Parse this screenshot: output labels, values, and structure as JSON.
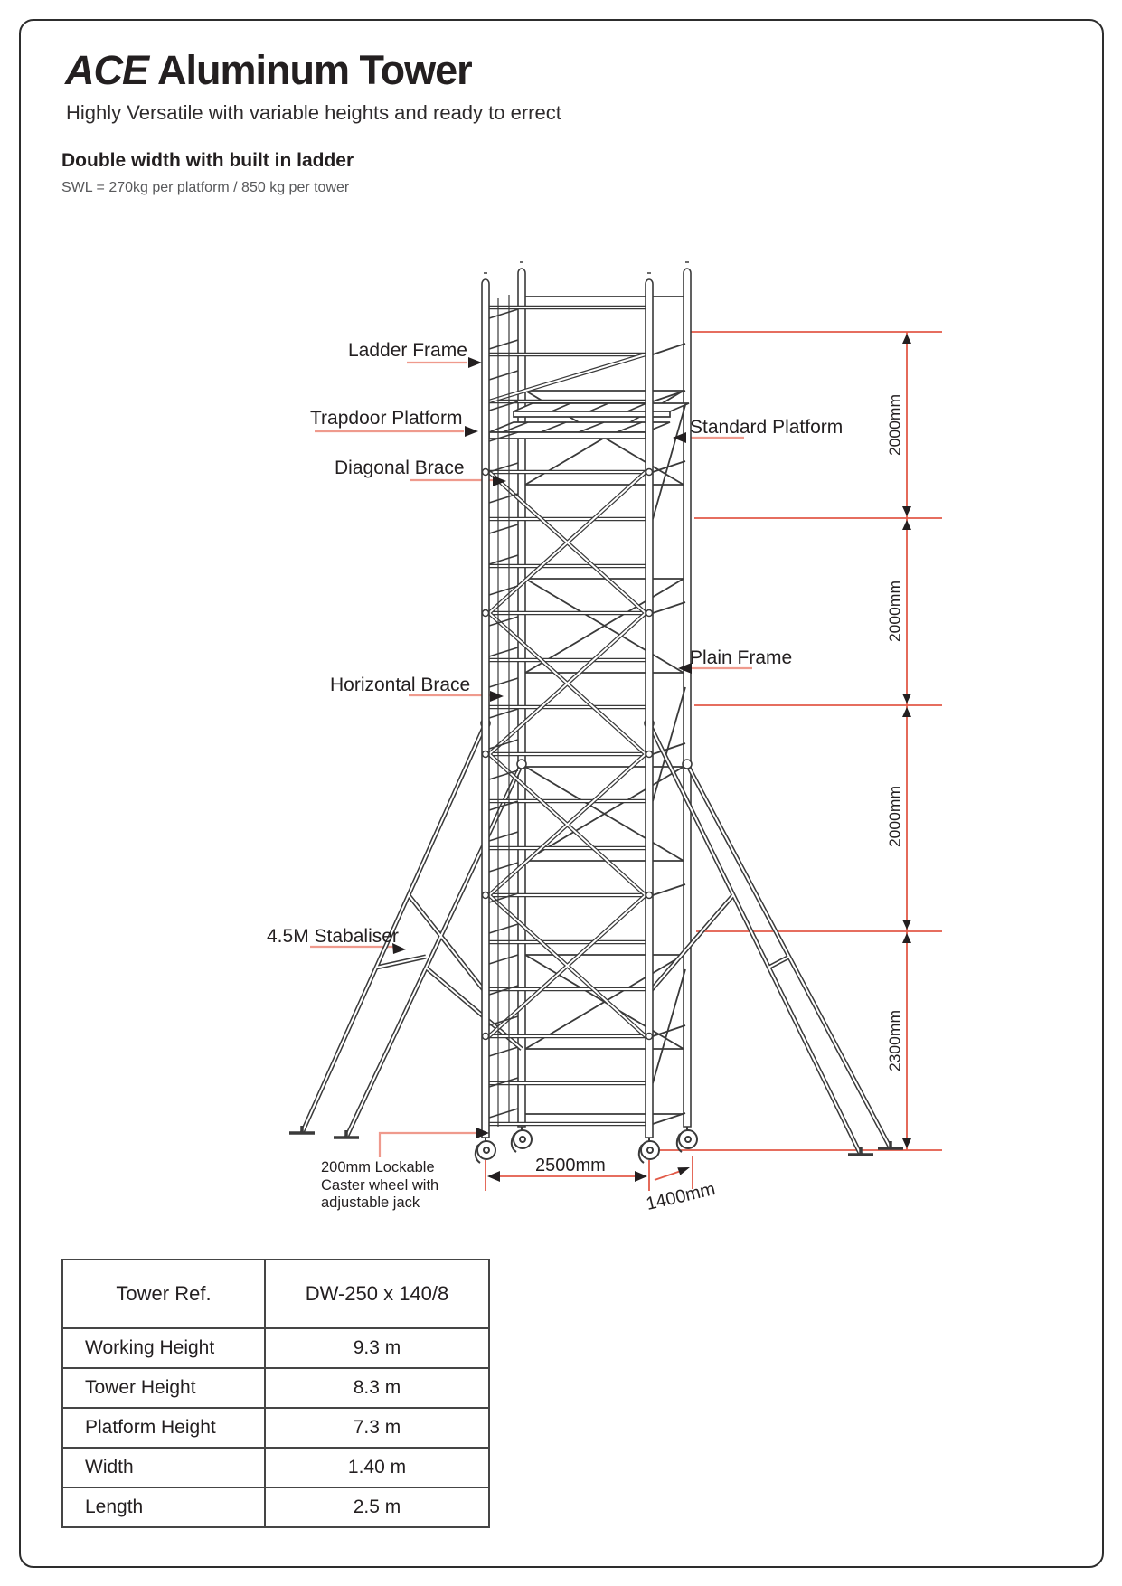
{
  "header": {
    "title_em": "ACE",
    "title_rest": "Aluminum Tower",
    "subtitle": "Highly Versatile with variable heights and ready to errect",
    "variant_heading": "Double width with built in ladder",
    "swl_note": "SWL = 270kg per platform / 850 kg per tower"
  },
  "diagram": {
    "labels": {
      "ladder_frame": "Ladder Frame",
      "trapdoor_platform": "Trapdoor Platform",
      "diagonal_brace": "Diagonal Brace",
      "standard_platform": "Standard Platform",
      "plain_frame": "Plain Frame",
      "horizontal_brace": "Horizontal Brace",
      "stabiliser": "4.5M Stabaliser",
      "caster_note": [
        "200mm Lockable",
        "Caster wheel with",
        "adjustable jack"
      ]
    },
    "dimensions": {
      "heights": [
        "2000mm",
        "2000mm",
        "2000mm",
        "2300mm"
      ],
      "width": "2500mm",
      "depth": "1400mm"
    }
  },
  "spec_table": {
    "header": [
      "Tower Ref.",
      "DW-250 x 140/8"
    ],
    "rows": [
      [
        "Working Height",
        "9.3 m"
      ],
      [
        "Tower Height",
        "8.3 m"
      ],
      [
        "Platform Height",
        "7.3 m"
      ],
      [
        "Width",
        "1.40 m"
      ],
      [
        "Length",
        "2.5 m"
      ]
    ]
  },
  "colors": {
    "ink": "#231f20",
    "dimension_red": "#e25a48",
    "leader_red": "#ef9a8d"
  }
}
